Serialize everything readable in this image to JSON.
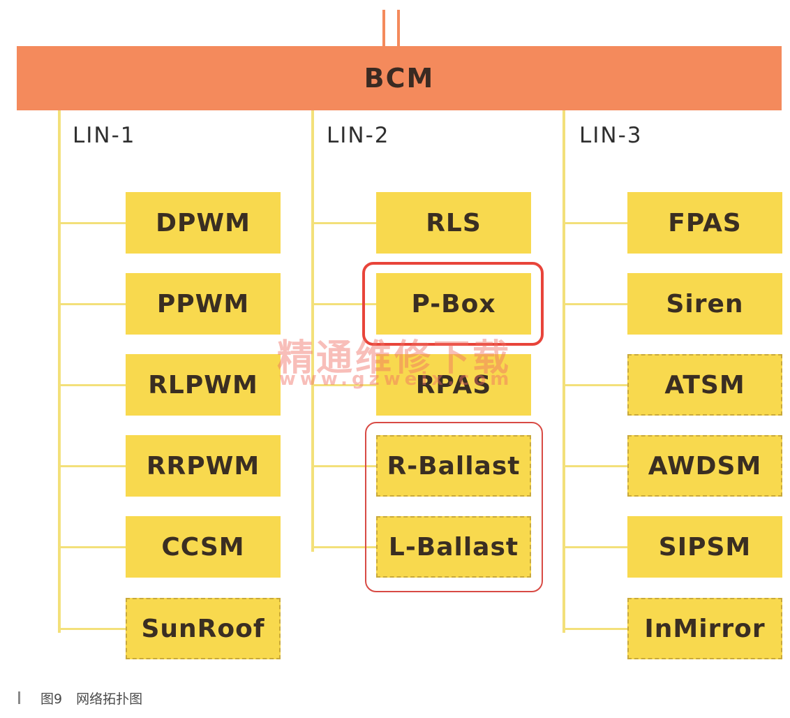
{
  "root": {
    "label": "BCM",
    "color": "#f48a5c"
  },
  "buses": [
    {
      "label": "LIN-1",
      "nodes": [
        {
          "label": "DPWM",
          "dashed": false
        },
        {
          "label": "PPWM",
          "dashed": false
        },
        {
          "label": "RLPWM",
          "dashed": false
        },
        {
          "label": "RRPWM",
          "dashed": false
        },
        {
          "label": "CCSM",
          "dashed": false
        },
        {
          "label": "SunRoof",
          "dashed": true
        }
      ]
    },
    {
      "label": "LIN-2",
      "nodes": [
        {
          "label": "RLS",
          "dashed": false
        },
        {
          "label": "P-Box",
          "dashed": false
        },
        {
          "label": "RPAS",
          "dashed": false
        },
        {
          "label": "R-Ballast",
          "dashed": true
        },
        {
          "label": "L-Ballast",
          "dashed": true
        }
      ]
    },
    {
      "label": "LIN-3",
      "nodes": [
        {
          "label": "FPAS",
          "dashed": false
        },
        {
          "label": "Siren",
          "dashed": false
        },
        {
          "label": "ATSM",
          "dashed": true
        },
        {
          "label": "AWDSM",
          "dashed": true
        },
        {
          "label": "SIPSM",
          "dashed": false
        },
        {
          "label": "InMirror",
          "dashed": true
        }
      ]
    }
  ],
  "watermark": {
    "cn": "精通维修下载",
    "url": "www.gzweix.com"
  },
  "caption": {
    "figure": "图9",
    "text": "网络拓扑图"
  },
  "colors": {
    "node": "#f8d94e",
    "line": "#f3e07a",
    "highlight": "#e8443a"
  }
}
